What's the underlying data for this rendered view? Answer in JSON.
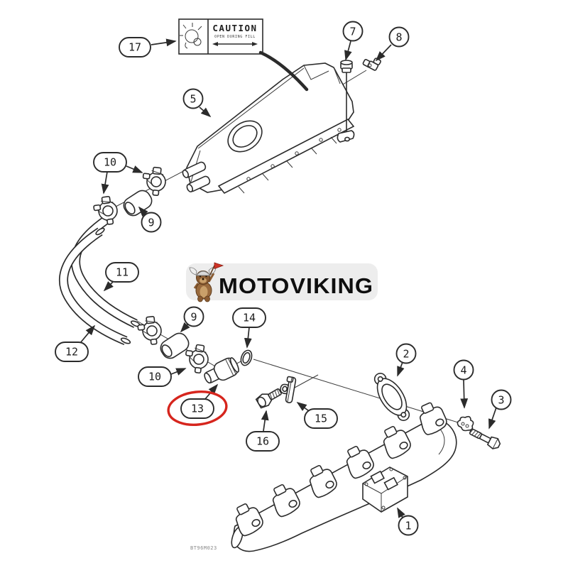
{
  "figure_code": "BT96M023",
  "caution_label": {
    "title": "CAUTION",
    "subtitle": "OPEN DURING FILL"
  },
  "watermark": {
    "brand": "MOTOVIKING"
  },
  "highlight": {
    "highlighted_part": "13",
    "color": "#d6251d"
  },
  "colors": {
    "line_art": "#2b2b2b",
    "watermark_bg": "#ececec",
    "watermark_text": "#0e0e0e",
    "mascot_body": "#996a3d",
    "mascot_helmet": "#d9d9d9",
    "mascot_flag": "#cf3326"
  },
  "icons": {
    "mascot": "viking-dog-icon",
    "highlight": "red-highlight-ellipse",
    "caution_graphic": "coolant-splash-icon"
  },
  "callouts": {
    "part1": "1",
    "part2": "2",
    "part3": "3",
    "part4": "4",
    "part5": "5",
    "part7": "7",
    "part8": "8",
    "part9": "9",
    "part10": "10",
    "part11": "11",
    "part12": "12",
    "part13": "13",
    "part14": "14",
    "part15": "15",
    "part16": "16",
    "part17": "17"
  }
}
